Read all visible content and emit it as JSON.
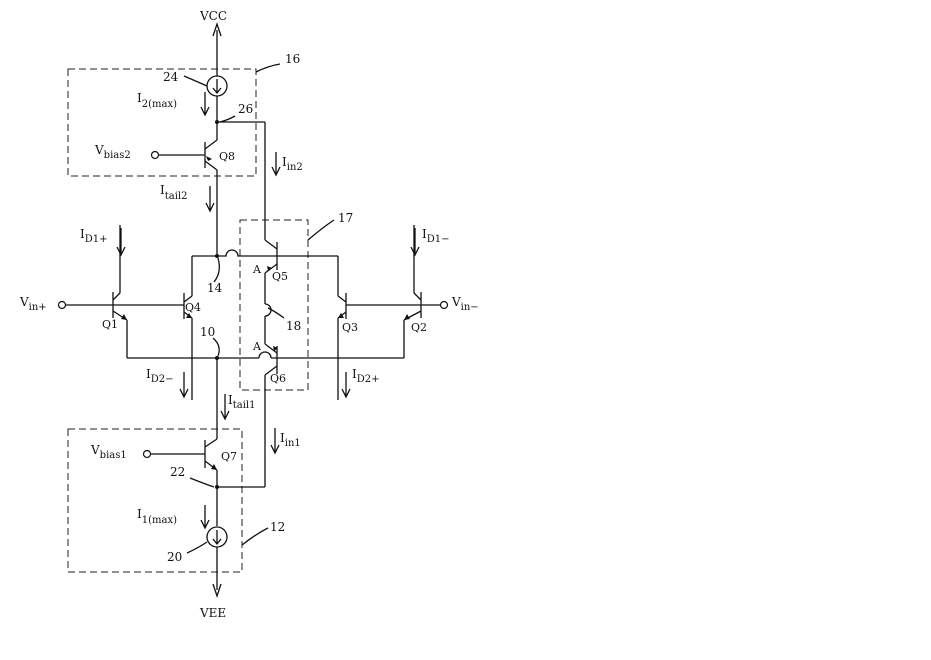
{
  "rails": {
    "vcc": "VCC",
    "vee": "VEE"
  },
  "blocks": {
    "upper_block": "16",
    "input_block": "17",
    "lower_block": "12"
  },
  "sources": {
    "upper_source": "24",
    "lower_source": "20"
  },
  "nodes": {
    "n26": "26",
    "n14": "14",
    "n10": "10",
    "n18": "18",
    "n22": "22"
  },
  "transistors": {
    "q1": "Q1",
    "q2": "Q2",
    "q3": "Q3",
    "q4": "Q4",
    "q5": "Q5",
    "q6": "Q6",
    "q7": "Q7",
    "q8": "Q8"
  },
  "marks": {
    "a_upper": "A",
    "a_lower": "A"
  },
  "terminals": {
    "vbias2": {
      "main": "V",
      "sub": "bias2"
    },
    "vbias1": {
      "main": "V",
      "sub": "bias1"
    },
    "vin_plus": {
      "main": "V",
      "sub": "in+"
    },
    "vin_minus": {
      "main": "V",
      "sub": "in−"
    }
  },
  "currents": {
    "i2max": {
      "main": "I",
      "sub": "2(max)"
    },
    "itail2": {
      "main": "I",
      "sub": "tail2"
    },
    "iin2": {
      "main": "I",
      "sub": "in2"
    },
    "id1plus": {
      "main": "I",
      "sub": "D1+"
    },
    "id1minus": {
      "main": "I",
      "sub": "D1−"
    },
    "id2minus": {
      "main": "I",
      "sub": "D2−"
    },
    "id2plus": {
      "main": "I",
      "sub": "D2+"
    },
    "itail1": {
      "main": "I",
      "sub": "tail1"
    },
    "iin1": {
      "main": "I",
      "sub": "in1"
    },
    "i1max": {
      "main": "I",
      "sub": "1(max)"
    }
  }
}
